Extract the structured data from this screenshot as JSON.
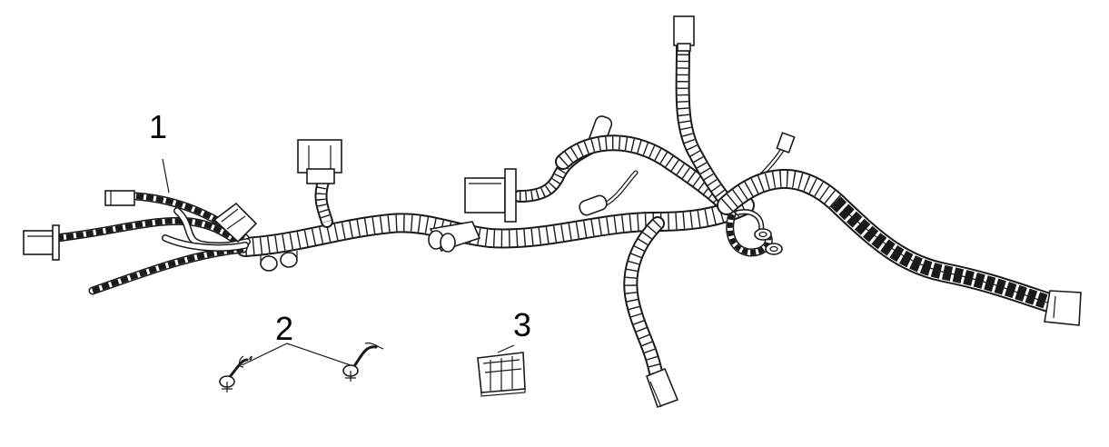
{
  "callouts": [
    {
      "id": "1",
      "text": "1",
      "part": "wiring-harness"
    },
    {
      "id": "2",
      "text": "2",
      "part": "clip-pair"
    },
    {
      "id": "3",
      "text": "3",
      "part": "relay-connector"
    }
  ],
  "colors": {
    "line": "#1a1a1a",
    "fill": "#ffffff",
    "background": "#ffffff"
  }
}
